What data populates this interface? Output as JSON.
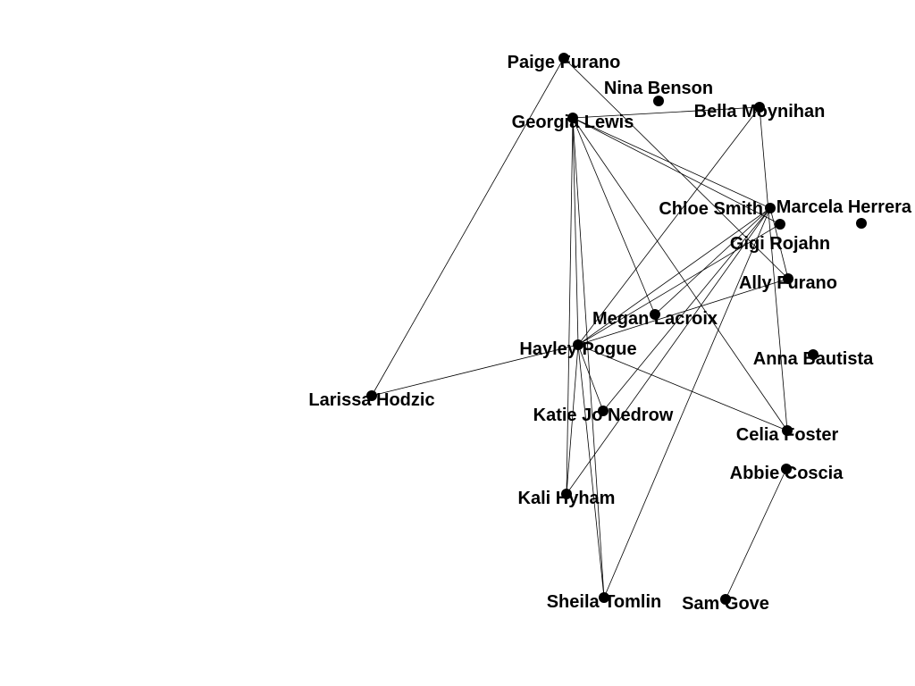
{
  "graph": {
    "node_color": "#000000",
    "edge_color": "#000000",
    "nodes": [
      {
        "id": "paige",
        "label": "Paige Furano"
      },
      {
        "id": "nina",
        "label": "Nina Benson"
      },
      {
        "id": "bella",
        "label": "Bella Moynihan"
      },
      {
        "id": "georgia",
        "label": "Georgia Lewis"
      },
      {
        "id": "chloe",
        "label": "Chloe Smith"
      },
      {
        "id": "gigi",
        "label": "Gigi Rojahn"
      },
      {
        "id": "marcela",
        "label": "Marcela Herrera"
      },
      {
        "id": "ally",
        "label": "Ally Furano"
      },
      {
        "id": "megan",
        "label": "Megan Lacroix"
      },
      {
        "id": "hayley",
        "label": "Hayley Pogue"
      },
      {
        "id": "anna",
        "label": "Anna Bautista"
      },
      {
        "id": "larissa",
        "label": "Larissa Hodzic"
      },
      {
        "id": "katie",
        "label": "Katie Jo Nedrow"
      },
      {
        "id": "celia",
        "label": "Celia Foster"
      },
      {
        "id": "abbie",
        "label": "Abbie Coscia"
      },
      {
        "id": "kali",
        "label": "Kali Hyham"
      },
      {
        "id": "sheila",
        "label": "Sheila Tomlin"
      },
      {
        "id": "sam",
        "label": "Sam Gove"
      }
    ],
    "edges": [
      [
        "paige",
        "larissa"
      ],
      [
        "paige",
        "ally"
      ],
      [
        "georgia",
        "bella"
      ],
      [
        "georgia",
        "chloe"
      ],
      [
        "georgia",
        "gigi"
      ],
      [
        "georgia",
        "hayley"
      ],
      [
        "georgia",
        "kali"
      ],
      [
        "georgia",
        "sheila"
      ],
      [
        "georgia",
        "megan"
      ],
      [
        "georgia",
        "celia"
      ],
      [
        "bella",
        "hayley"
      ],
      [
        "bella",
        "celia"
      ],
      [
        "chloe",
        "hayley"
      ],
      [
        "chloe",
        "megan"
      ],
      [
        "chloe",
        "katie"
      ],
      [
        "chloe",
        "kali"
      ],
      [
        "chloe",
        "sheila"
      ],
      [
        "chloe",
        "ally"
      ],
      [
        "gigi",
        "hayley"
      ],
      [
        "ally",
        "hayley"
      ],
      [
        "hayley",
        "larissa"
      ],
      [
        "hayley",
        "celia"
      ],
      [
        "hayley",
        "kali"
      ],
      [
        "hayley",
        "sheila"
      ],
      [
        "hayley",
        "katie"
      ],
      [
        "abbie",
        "sam"
      ]
    ]
  }
}
